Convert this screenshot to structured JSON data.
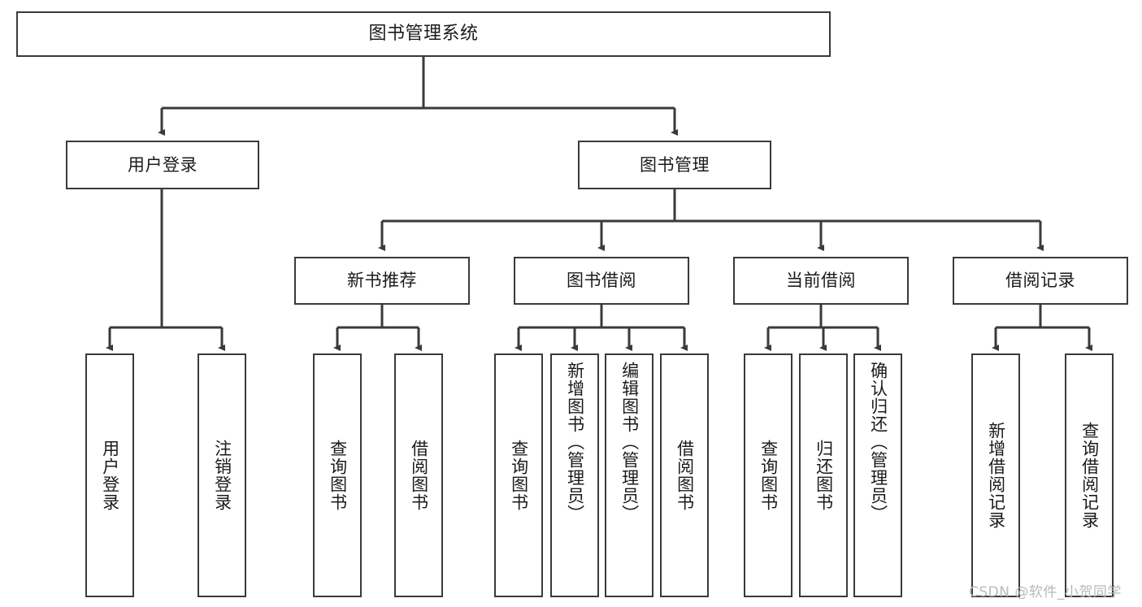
{
  "diagram": {
    "title": "图书管理系统",
    "type": "hierarchy-tree",
    "root": {
      "id": "root",
      "label": "图书管理系统"
    },
    "level2": [
      {
        "id": "user-login",
        "label": "用户登录"
      },
      {
        "id": "book-manage",
        "label": "图书管理"
      }
    ],
    "level3": [
      {
        "id": "new-book-recommend",
        "label": "新书推荐",
        "parent": "book-manage"
      },
      {
        "id": "book-borrow",
        "label": "图书借阅",
        "parent": "book-manage"
      },
      {
        "id": "current-borrow",
        "label": "当前借阅",
        "parent": "book-manage"
      },
      {
        "id": "borrow-record",
        "label": "借阅记录",
        "parent": "book-manage"
      }
    ],
    "leaves": [
      {
        "id": "leaf-user-login",
        "label": "用户登录",
        "parent": "user-login"
      },
      {
        "id": "leaf-user-logout",
        "label": "注销登录",
        "parent": "user-login"
      },
      {
        "id": "leaf-query-book-1",
        "label": "查询图书",
        "parent": "new-book-recommend"
      },
      {
        "id": "leaf-borrow-book-1",
        "label": "借阅图书",
        "parent": "new-book-recommend"
      },
      {
        "id": "leaf-query-book-2",
        "label": "查询图书",
        "parent": "book-borrow"
      },
      {
        "id": "leaf-add-book",
        "label": "新增图书（管理员）",
        "parent": "book-borrow"
      },
      {
        "id": "leaf-edit-book",
        "label": "编辑图书（管理员）",
        "parent": "book-borrow"
      },
      {
        "id": "leaf-borrow-book-2",
        "label": "借阅图书",
        "parent": "book-borrow"
      },
      {
        "id": "leaf-query-book-3",
        "label": "查询图书",
        "parent": "current-borrow"
      },
      {
        "id": "leaf-return-book",
        "label": "归还图书",
        "parent": "current-borrow"
      },
      {
        "id": "leaf-confirm-return",
        "label": "确认归还（管理员）",
        "parent": "current-borrow"
      },
      {
        "id": "leaf-add-record",
        "label": "新增借阅记录",
        "parent": "borrow-record"
      },
      {
        "id": "leaf-query-record",
        "label": "查询借阅记录",
        "parent": "borrow-record"
      }
    ],
    "watermark": "CSDN @软件_小贺同学",
    "colors": {
      "stroke": "#3a3a3a",
      "fill": "#ffffff",
      "text": "#1b1b1b",
      "watermark": "#b9b9b9"
    }
  }
}
